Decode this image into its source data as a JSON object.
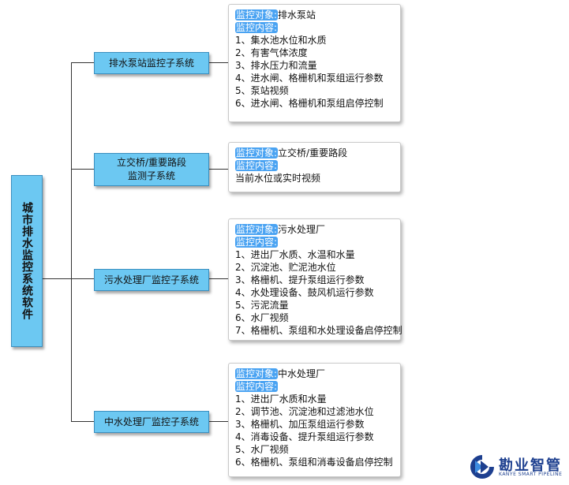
{
  "root": {
    "label": "城市排水监控系统软件"
  },
  "common": {
    "object_label": "监控对象:",
    "content_label": "监控内容:"
  },
  "subsystems": [
    {
      "label": "排水泵站监控子系统",
      "object": "排水泵站",
      "items": [
        "1、集水池水位和水质",
        "2、有害气体浓度",
        "3、排水压力和流量",
        "4、进水闸、格栅机和泵组运行参数",
        "5、泵站视频",
        "6、进水闸、格栅机和泵组启停控制"
      ]
    },
    {
      "label_lines": [
        "立交桥/重要路段",
        "监测子系统"
      ],
      "object": "立交桥/重要路段",
      "items": [
        "当前水位或实时视频"
      ]
    },
    {
      "label": "污水处理厂监控子系统",
      "object": "污水处理厂",
      "items": [
        "1、进出厂水质、水温和水量",
        "2、沉淀池、贮泥池水位",
        "3、格栅机、提升泵组运行参数",
        "4、水处理设备、鼓风机运行参数",
        "5、污泥流量",
        "6、水厂视频",
        "7、格栅机、泵组和水处理设备启停控制"
      ]
    },
    {
      "label": "中水处理厂监控子系统",
      "object": "中水处理厂",
      "items": [
        "1、进出厂水质和水量",
        "2、调节池、沉淀池和过滤池水位",
        "3、格栅机、加压泵组运行参数",
        "4、消毒设备、提升泵组运行参数",
        "5、水厂视频",
        "6、格栅机、泵组和消毒设备启停控制"
      ]
    }
  ],
  "logo": {
    "name": "勘业智管",
    "subtitle": "KANYE SMART PIPELINE",
    "icon": "kanye-logo-icon"
  }
}
